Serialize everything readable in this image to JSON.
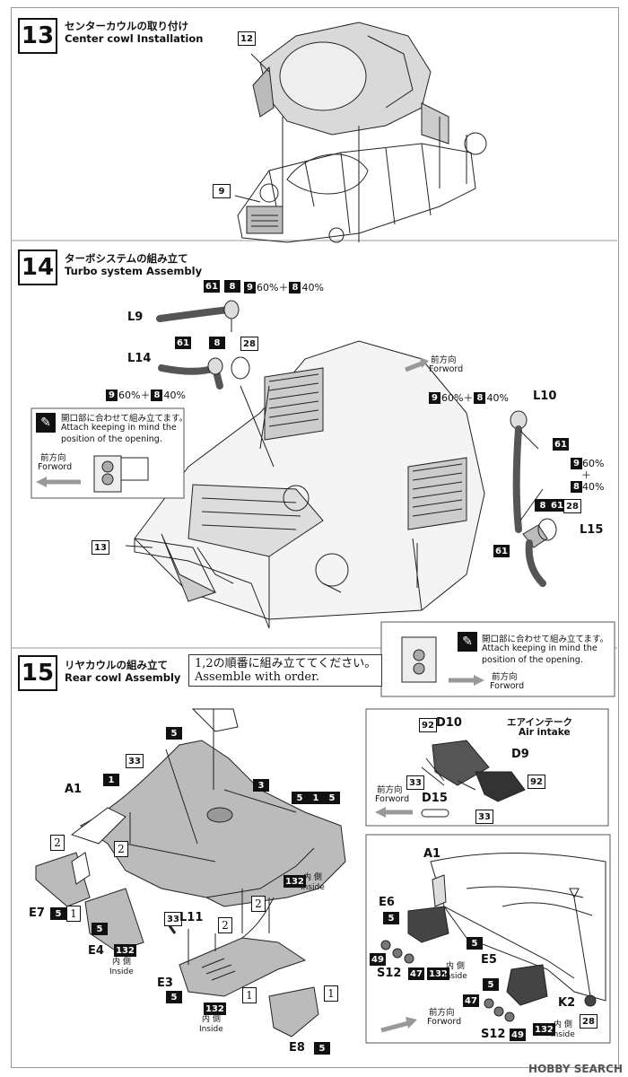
{
  "step13": {
    "number": "13",
    "title_jp": "センターカウルの取り付け",
    "title_en": "Center cowl Installation",
    "parts": {
      "p12": "12",
      "p9": "9"
    }
  },
  "step14": {
    "number": "14",
    "title_jp": "ターボシステムの組み立て",
    "title_en": "Turbo system Assembly",
    "labels": {
      "L9": "L9",
      "L14": "L14",
      "L10": "L10",
      "L15": "L15",
      "p13": "13"
    },
    "paint_a": {
      "c1": "9",
      "t1": "60%＋",
      "c2": "8",
      "t2": "40%"
    },
    "paint_b": {
      "c1": "9",
      "t1": "60%＋",
      "c2": "8",
      "t2": "40%"
    },
    "paint_c": {
      "c1": "9",
      "t1": "60%＋",
      "c2": "8",
      "t2": "40%"
    },
    "paint_d": {
      "c1": "9",
      "t1": "60%",
      "plus": "＋",
      "c2": "8",
      "t2": "40%"
    },
    "codes": {
      "c61": "61",
      "c8": "8",
      "c28": "28"
    },
    "forward_jp": "前方向",
    "forward_en": "Forword",
    "note_jp": "開口部に合わせて組み立てます。",
    "note_en1": "Attach keeping in mind the",
    "note_en2": "position of the opening."
  },
  "step15": {
    "number": "15",
    "title_jp": "リヤカウルの組み立て",
    "title_en": "Rear cowl Assembly",
    "order_jp": "1,2の順番に組み立ててください。",
    "order_en": "Assemble with order.",
    "air_jp": "エアインテーク",
    "air_en": "Air intake",
    "labels": {
      "A1": "A1",
      "E7": "E7",
      "E4": "E4",
      "E3": "E3",
      "E8": "E8",
      "L11": "L11",
      "D10": "D10",
      "D9": "D9",
      "D15": "D15",
      "E6": "E6",
      "E5": "E5",
      "S12": "S12",
      "K2": "K2"
    },
    "codes": {
      "c1": "1",
      "c3": "3",
      "c5": "5",
      "c33": "33",
      "c92": "92",
      "c132": "132",
      "c49": "49",
      "c47": "47",
      "c28": "28"
    },
    "inside_jp": "内 側",
    "inside_en": "Inside",
    "circ1": "1",
    "circ2": "2"
  },
  "watermark": "HOBBY SEARCH"
}
